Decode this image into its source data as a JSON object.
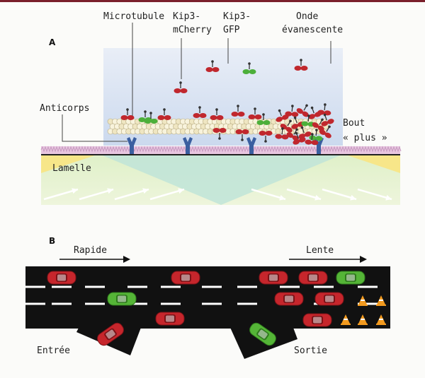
{
  "panel_a": {
    "letter": "A",
    "labels": {
      "microtubule": "Microtubule",
      "kip3_mcherry_1": "Kip3-",
      "kip3_mcherry_2": "mCherry",
      "kip3_gfp_1": "Kip3-",
      "kip3_gfp_2": "GFP",
      "onde_1": "Onde",
      "onde_2": "évanescente",
      "anticorps": "Anticorps",
      "bout_1": "Bout",
      "bout_2": "« plus »",
      "lamelle": "Lamelle"
    }
  },
  "panel_b": {
    "letter": "B",
    "labels": {
      "rapide": "Rapide",
      "lente": "Lente",
      "entree": "Entrée",
      "sortie": "Sortie"
    }
  },
  "colors": {
    "frame": "#7a1f2b",
    "red_protein": "#c0272d",
    "green_protein": "#4caf3a",
    "antibody": "#3a5fa0",
    "lamelle": "#f5e27a",
    "road": "#111111"
  }
}
